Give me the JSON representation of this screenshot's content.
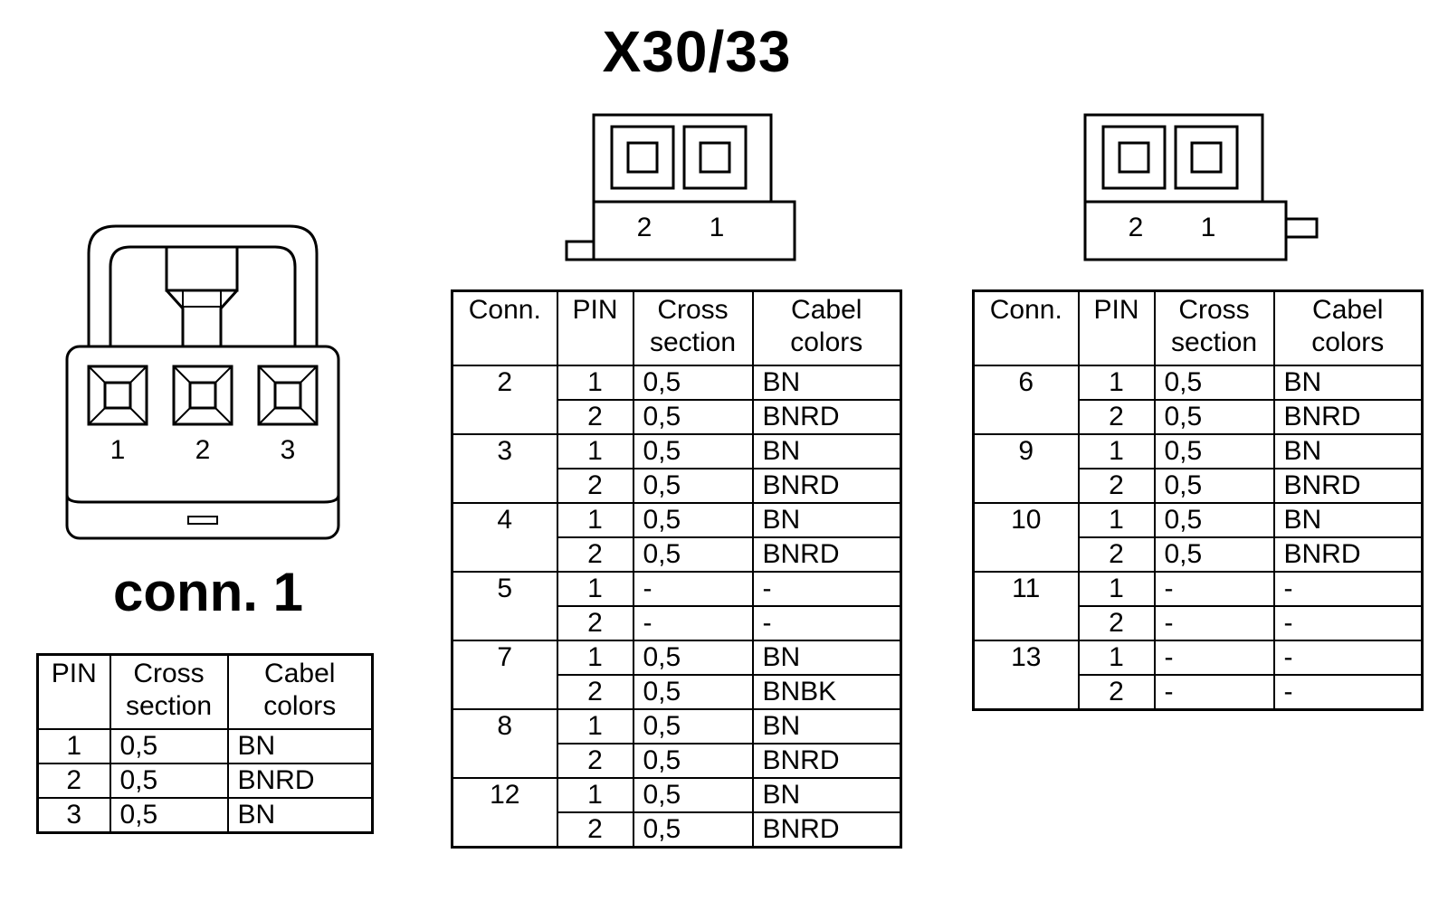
{
  "title": "X30/33",
  "conn1": {
    "title": "conn. 1",
    "pin_labels": [
      "1",
      "2",
      "3"
    ],
    "headers": [
      "PIN",
      "Cross section",
      "Cabel colors"
    ],
    "rows": [
      {
        "pin": "1",
        "cross": "0,5",
        "color": "BN"
      },
      {
        "pin": "2",
        "cross": "0,5",
        "color": "BNRD"
      },
      {
        "pin": "3",
        "cross": "0,5",
        "color": "BN"
      }
    ]
  },
  "connector_left": {
    "pin_labels": [
      "2",
      "1"
    ]
  },
  "connector_right": {
    "pin_labels": [
      "2",
      "1"
    ]
  },
  "table_left": {
    "headers": [
      "Conn.",
      "PIN",
      "Cross section",
      "Cabel colors"
    ],
    "groups": [
      {
        "conn": "2",
        "rows": [
          {
            "pin": "1",
            "cross": "0,5",
            "color": "BN"
          },
          {
            "pin": "2",
            "cross": "0,5",
            "color": "BNRD"
          }
        ]
      },
      {
        "conn": "3",
        "rows": [
          {
            "pin": "1",
            "cross": "0,5",
            "color": "BN"
          },
          {
            "pin": "2",
            "cross": "0,5",
            "color": "BNRD"
          }
        ]
      },
      {
        "conn": "4",
        "rows": [
          {
            "pin": "1",
            "cross": "0,5",
            "color": "BN"
          },
          {
            "pin": "2",
            "cross": "0,5",
            "color": "BNRD"
          }
        ]
      },
      {
        "conn": "5",
        "rows": [
          {
            "pin": "1",
            "cross": "-",
            "color": "-"
          },
          {
            "pin": "2",
            "cross": "-",
            "color": "-"
          }
        ]
      },
      {
        "conn": "7",
        "rows": [
          {
            "pin": "1",
            "cross": "0,5",
            "color": "BN"
          },
          {
            "pin": "2",
            "cross": "0,5",
            "color": "BNBK"
          }
        ]
      },
      {
        "conn": "8",
        "rows": [
          {
            "pin": "1",
            "cross": "0,5",
            "color": "BN"
          },
          {
            "pin": "2",
            "cross": "0,5",
            "color": "BNRD"
          }
        ]
      },
      {
        "conn": "12",
        "rows": [
          {
            "pin": "1",
            "cross": "0,5",
            "color": "BN"
          },
          {
            "pin": "2",
            "cross": "0,5",
            "color": "BNRD"
          }
        ]
      }
    ]
  },
  "table_right": {
    "headers": [
      "Conn.",
      "PIN",
      "Cross section",
      "Cabel colors"
    ],
    "groups": [
      {
        "conn": "6",
        "rows": [
          {
            "pin": "1",
            "cross": "0,5",
            "color": "BN"
          },
          {
            "pin": "2",
            "cross": "0,5",
            "color": "BNRD"
          }
        ]
      },
      {
        "conn": "9",
        "rows": [
          {
            "pin": "1",
            "cross": "0,5",
            "color": "BN"
          },
          {
            "pin": "2",
            "cross": "0,5",
            "color": "BNRD"
          }
        ]
      },
      {
        "conn": "10",
        "rows": [
          {
            "pin": "1",
            "cross": "0,5",
            "color": "BN"
          },
          {
            "pin": "2",
            "cross": "0,5",
            "color": "BNRD"
          }
        ]
      },
      {
        "conn": "11",
        "rows": [
          {
            "pin": "1",
            "cross": "-",
            "color": "-"
          },
          {
            "pin": "2",
            "cross": "-",
            "color": "-"
          }
        ]
      },
      {
        "conn": "13",
        "rows": [
          {
            "pin": "1",
            "cross": "-",
            "color": "-"
          },
          {
            "pin": "2",
            "cross": "-",
            "color": "-"
          }
        ]
      }
    ]
  }
}
